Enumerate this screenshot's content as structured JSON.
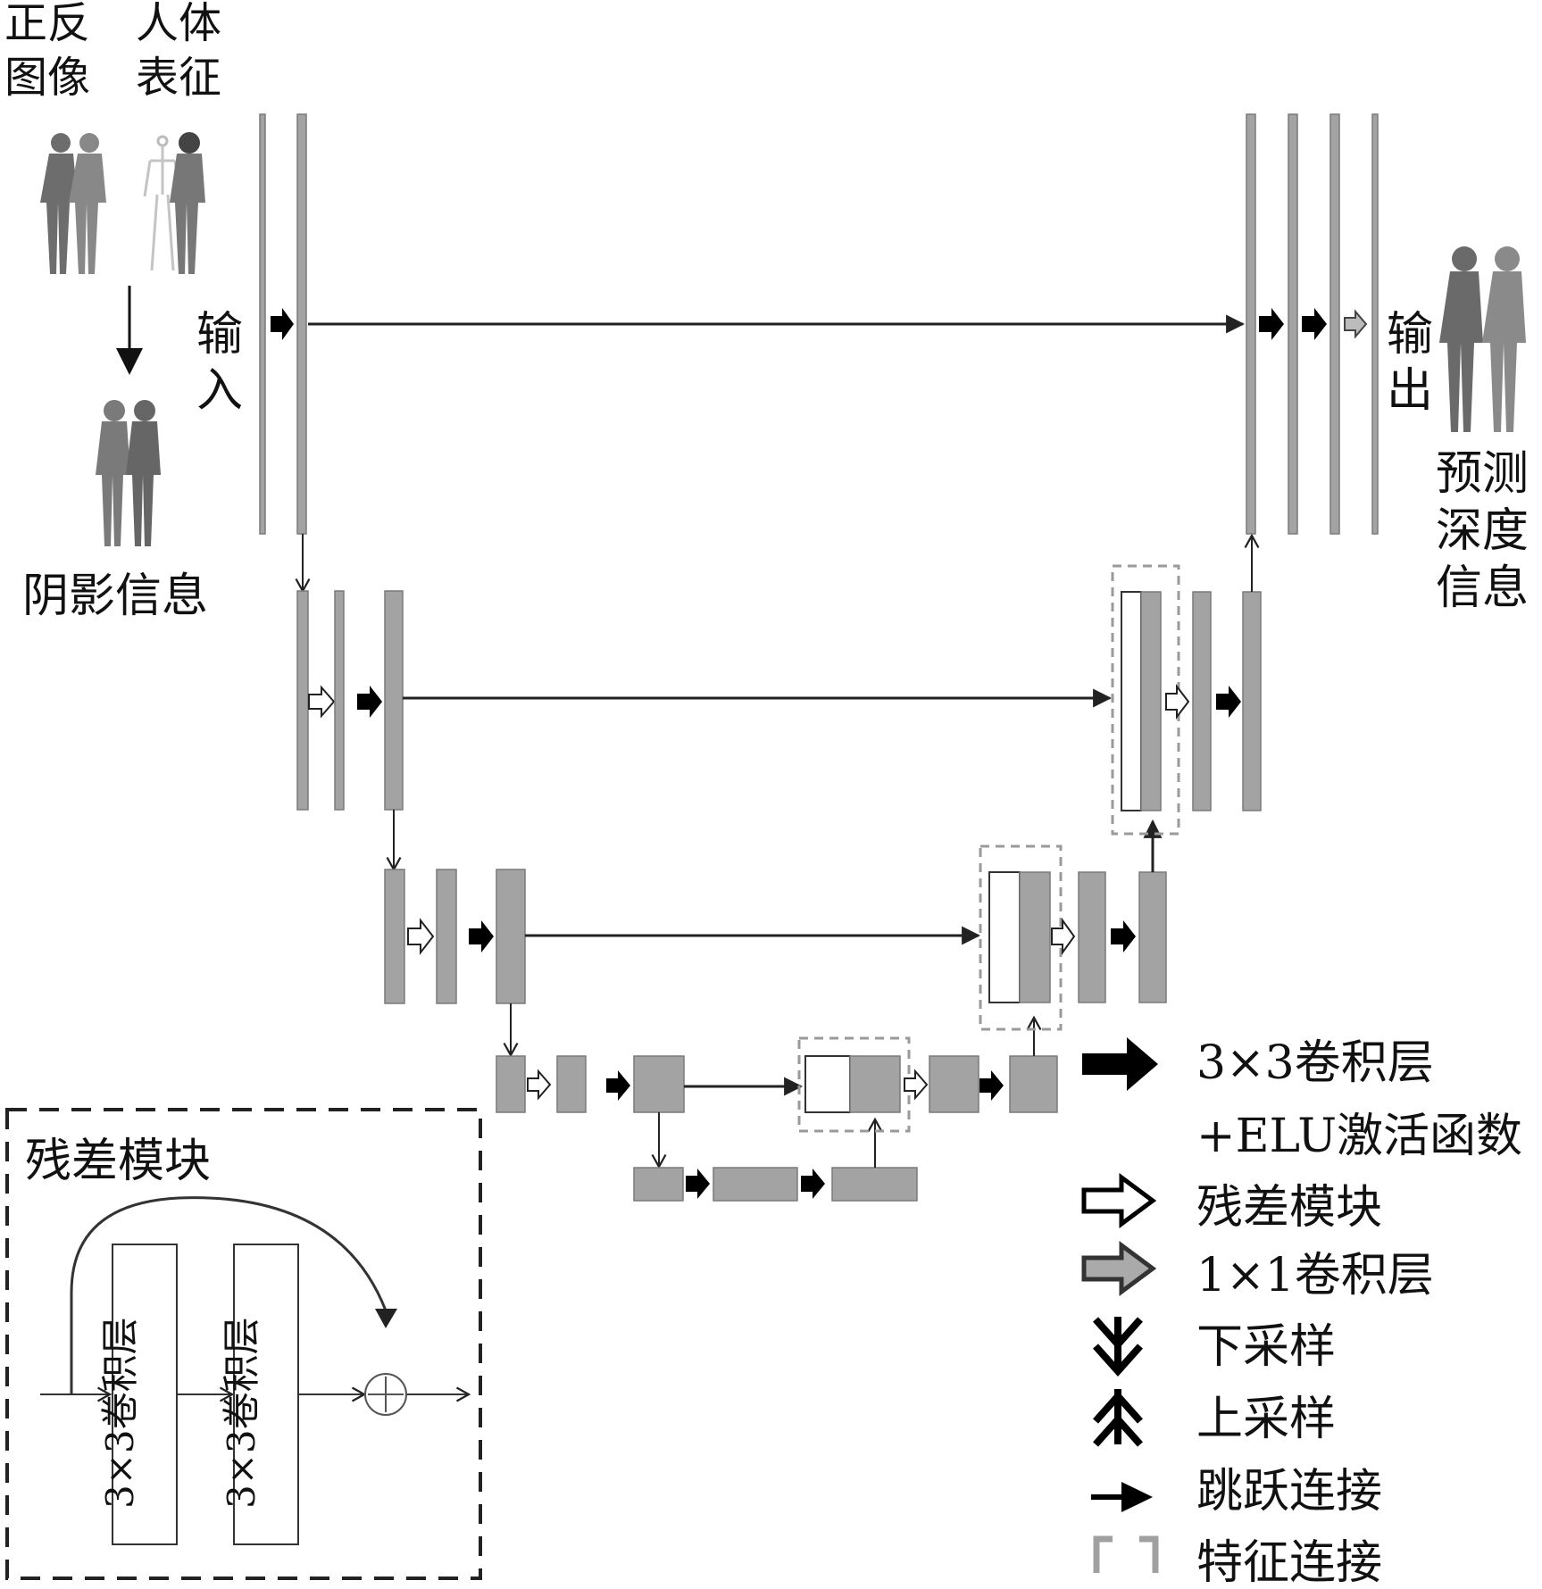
{
  "inputs": {
    "left_label_line1": "正反",
    "left_label_line2": "图像",
    "right_label_line1": "人体",
    "right_label_line2": "表征",
    "shadow_label": "阴影信息",
    "input_label_line1": "输",
    "input_label_line2": "入"
  },
  "outputs": {
    "output_label_line1": "输",
    "output_label_line2": "出",
    "depth_label_line1": "预测",
    "depth_label_line2": "深度",
    "depth_label_line3": "信息"
  },
  "residual_block": {
    "title": "残差模块",
    "conv1_label": "3×3卷积层",
    "conv2_label": "3×3卷积层"
  },
  "legend": {
    "conv3x3_line1": "3×3卷积层",
    "conv3x3_line2": "+ELU激活函数",
    "residual": "残差模块",
    "conv1x1": "1×1卷积层",
    "downsample": "下采样",
    "upsample": "上采样",
    "skip": "跳跃连接",
    "concat": "特征连接"
  },
  "colors": {
    "feature_map": "#a3a3a3",
    "arrow_dark": "#000000",
    "dashed_box": "#9a9a9a"
  }
}
